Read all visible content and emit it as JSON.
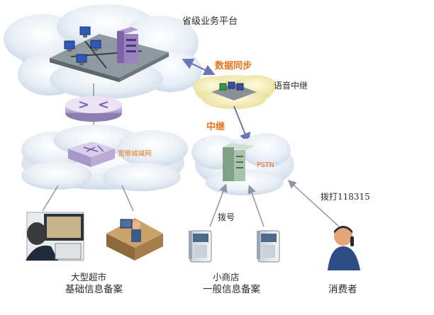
{
  "labels": {
    "platform": "省级业务平台",
    "data_sync": "数据同步",
    "voice_relay": "语音中继",
    "relay": "中继",
    "man": "宽带城域网",
    "pstn": "PSTN",
    "dial": "拨号",
    "call": "拨打118315",
    "supermarket": [
      "大型超市",
      "基础信息备案"
    ],
    "shop": [
      "小商店",
      "一般信息备案"
    ],
    "consumer": "消费者"
  },
  "colors": {
    "cloud": "#dfe8f2",
    "accent": "#e8731a",
    "link_blue": "#6a76b8",
    "arrow_gray": "#8d96a3"
  },
  "icons": [
    "server-rack-icon",
    "computer-terminal-icon",
    "router-icon",
    "switch-icon",
    "pstn-switch-icon",
    "telephone-icon",
    "cashier-icon",
    "shop-keeper-icon",
    "consumer-phone-icon"
  ]
}
